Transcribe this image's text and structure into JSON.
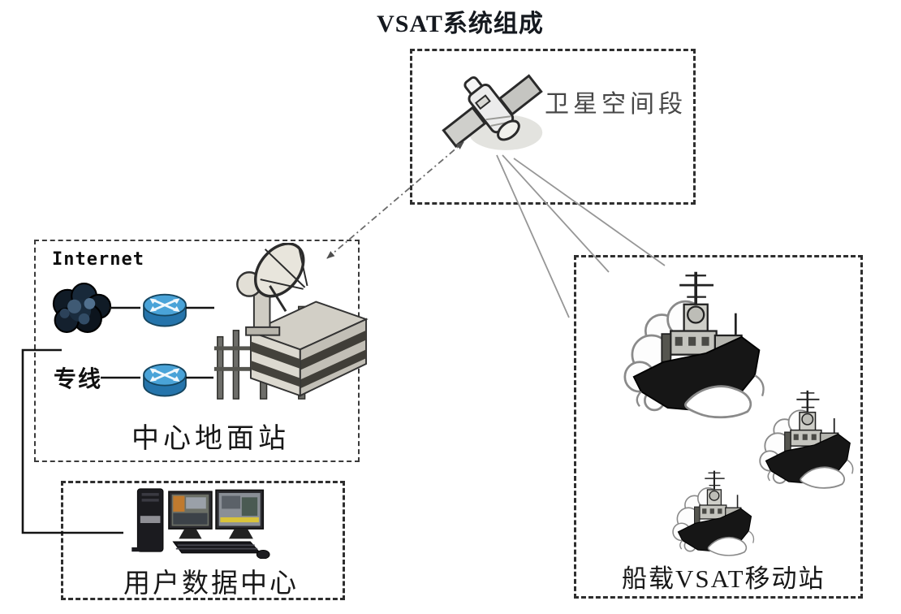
{
  "title": "VSAT系统组成",
  "sections": {
    "satellite": {
      "label": "卫星空间段",
      "icon": "satellite-icon"
    },
    "ground_station": {
      "label": "中心地面站",
      "internet_label": "Internet",
      "dedicated_line_label": "专线",
      "cloud_icon": "internet-cloud-icon",
      "router_icon": "router-icon",
      "router_count": 2,
      "station_icon": "earth-station-building-icon"
    },
    "data_center": {
      "label": "用户数据中心",
      "icon": "workstation-icon"
    },
    "mobile_stations": {
      "label": "船载VSAT移动站",
      "icon": "warship-icon",
      "ship_count": 3
    }
  },
  "connections": {
    "satellite_to_ground": "double-headed dash-dot arrow",
    "satellite_to_ships_beams": 3,
    "cloud_to_data_center": "solid elbow line"
  },
  "colors": {
    "background": "#ffffff",
    "box_border": "#2e2e2e",
    "text": "#1c1c1c",
    "satellite_label_gray": "#474747",
    "router_blue_top": "#4aa3d8",
    "router_blue_body": "#2574ab",
    "cloud_dark": "#121d29",
    "link_gray": "#969696",
    "hull_black": "#161616"
  }
}
